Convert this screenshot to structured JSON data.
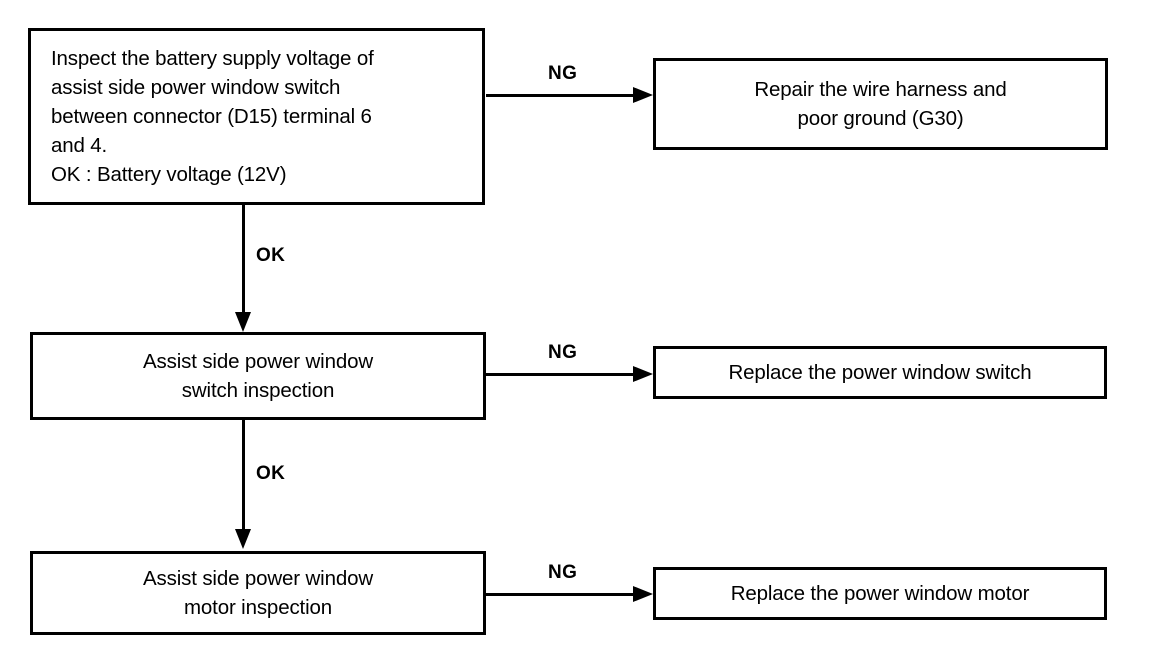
{
  "diagram": {
    "type": "troubleshooting-flowchart",
    "colors": {
      "stroke": "#000000",
      "background": "#ffffff",
      "text": "#000000"
    },
    "nodes": [
      {
        "id": "inspect-voltage",
        "role": "test-step",
        "align": "left",
        "lines": [
          "Inspect the battery supply voltage of",
          "assist side power window switch",
          "between connector (D15) terminal 6",
          "and 4.",
          "OK : Battery voltage (12V)"
        ]
      },
      {
        "id": "repair-harness",
        "role": "action-step",
        "align": "center",
        "lines": [
          "Repair the wire harness and",
          "poor ground (G30)"
        ]
      },
      {
        "id": "switch-inspection",
        "role": "test-step",
        "align": "center",
        "lines": [
          "Assist side power window",
          "switch inspection"
        ]
      },
      {
        "id": "replace-switch",
        "role": "action-step",
        "align": "center",
        "lines": [
          "Replace the power window switch"
        ]
      },
      {
        "id": "motor-inspection",
        "role": "test-step",
        "align": "center",
        "lines": [
          "Assist side power window",
          "motor inspection"
        ]
      },
      {
        "id": "replace-motor",
        "role": "action-step",
        "align": "center",
        "lines": [
          "Replace the power window motor"
        ]
      }
    ],
    "edges": [
      {
        "id": "ng-1",
        "label": "NG",
        "from": "inspect-voltage",
        "to": "repair-harness",
        "direction": "right"
      },
      {
        "id": "ok-1",
        "label": "OK",
        "from": "inspect-voltage",
        "to": "switch-inspection",
        "direction": "down"
      },
      {
        "id": "ng-2",
        "label": "NG",
        "from": "switch-inspection",
        "to": "replace-switch",
        "direction": "right"
      },
      {
        "id": "ok-2",
        "label": "OK",
        "from": "switch-inspection",
        "to": "motor-inspection",
        "direction": "down"
      },
      {
        "id": "ng-3",
        "label": "NG",
        "from": "motor-inspection",
        "to": "replace-motor",
        "direction": "right"
      }
    ]
  }
}
